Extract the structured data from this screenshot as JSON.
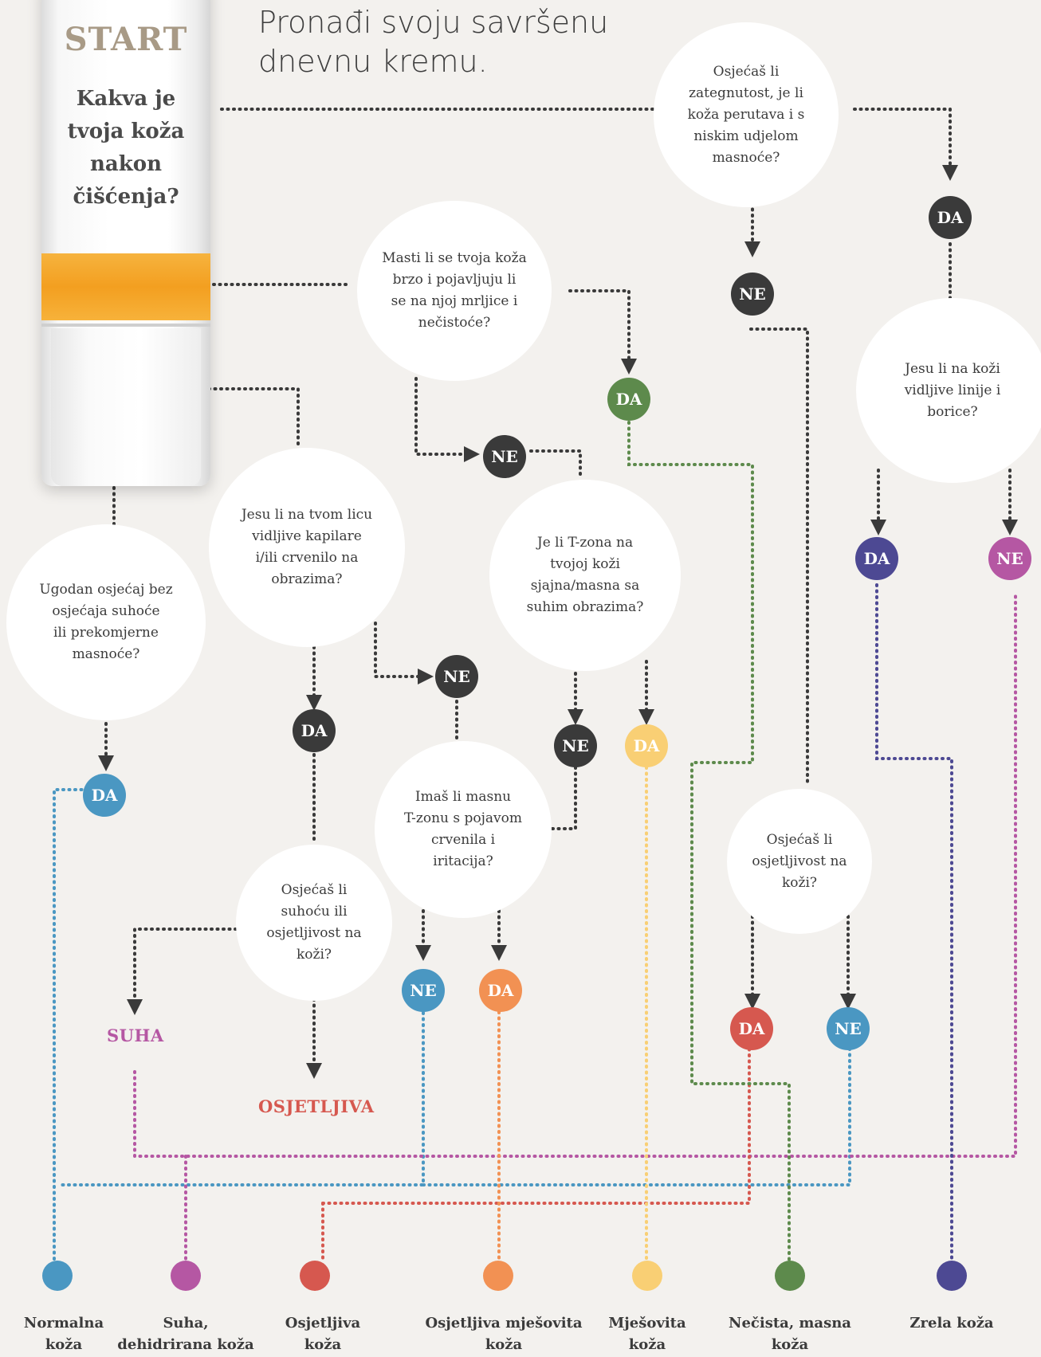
{
  "colors": {
    "background": "#f3f1ee",
    "dark": "#3a3a3a",
    "blue": "#4a97c2",
    "purple": "#b557a3",
    "red": "#d6584f",
    "orange": "#f29153",
    "yellow": "#f9cf74",
    "green": "#5d8a4c",
    "indigo": "#4d4993",
    "tube_band": "#f39f20"
  },
  "title": "Pronađi svoju savršenu\ndnevnu kremu.",
  "start": {
    "label": "START",
    "question": "Kakva je\ntvoja koža\nnakon\nčišćenja?"
  },
  "questions": {
    "q_tight": "Osjećaš li\nzategnutost, je li\nkoža perutava i s\nniskim udjelom\nmasnoće?",
    "q_oily": "Masti li se tvoja koža\nbrzo i pojavljuju li\nse na njoj mrljice i\nnečistoće?",
    "q_lines": "Jesu li na koži\nvidljive linije i\nborice?",
    "q_capillaries": "Jesu li na tvom licu\nvidljive kapilare\ni/ili crvenilo na\nobrazima?",
    "q_tzone": "Je li T-zona na\ntvojoj koži\nsjajna/masna sa\nsuhim obrazima?",
    "q_comfort": "Ugodan osjećaj bez\nosjećaja suhoće\nili prekomjerne\nmasnoće?",
    "q_redness": "Imaš li masnu\nT-zonu s pojavom\ncrvenila i\niritacija?",
    "q_dry": "Osjećaš li\nsuhoću ili\nosjetljivost na\nkoži?",
    "q_sensitive": "Osjećaš li\nosjetljivost na\nkoži?"
  },
  "badges": {
    "yes": "DA",
    "no": "NE"
  },
  "result_labels": {
    "dry": "SUHA",
    "sensitive": "OSJETLJIVA"
  },
  "endpoints": [
    {
      "label": "Normalna\nkoža",
      "color": "#4a97c2"
    },
    {
      "label": "Suha,\ndehidrirana koža",
      "color": "#b557a3"
    },
    {
      "label": "Osjetljiva\nkoža",
      "color": "#d6584f"
    },
    {
      "label": "Osjetljiva mješovita\nkoža",
      "color": "#f29153"
    },
    {
      "label": "Mješovita\nkoža",
      "color": "#f9cf74"
    },
    {
      "label": "Nečista, masna\nkoža",
      "color": "#5d8a4c"
    },
    {
      "label": "Zrela koža",
      "color": "#4d4993"
    }
  ]
}
